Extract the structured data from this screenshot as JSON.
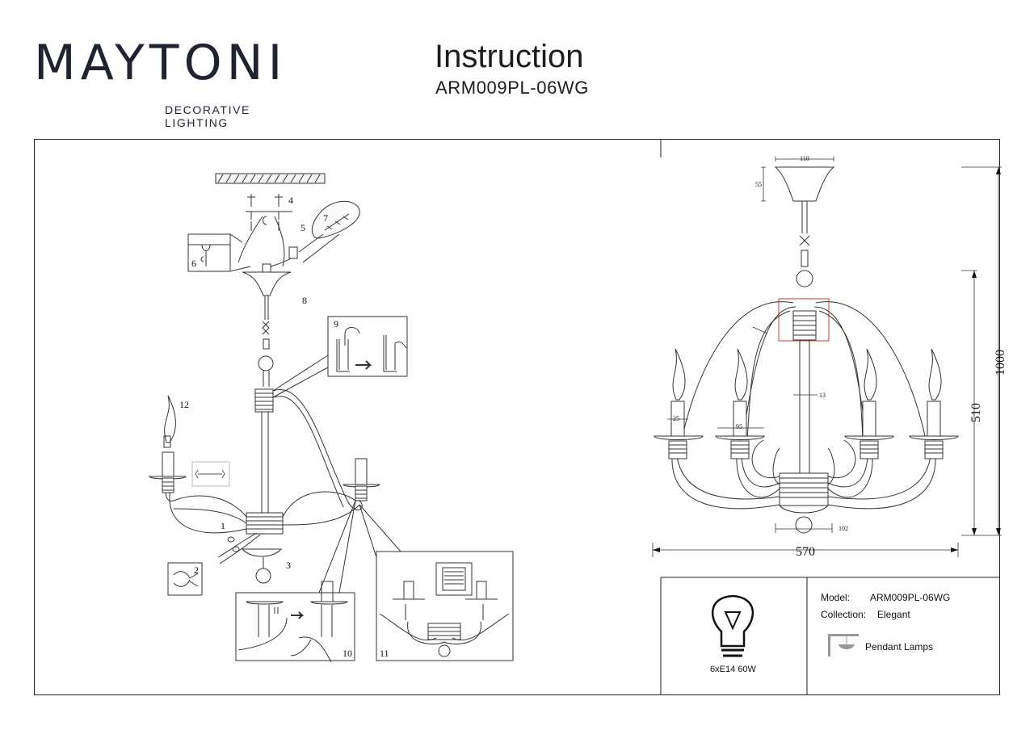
{
  "brand": {
    "name": "MAYTONI",
    "tagline": "DECORATIVE LIGHTING",
    "accent_color": "#7b2a78"
  },
  "header": {
    "title": "Instruction",
    "article": "ARM009PL-06WG"
  },
  "steps": [
    "1",
    "2",
    "3",
    "4",
    "5",
    "6",
    "7",
    "8",
    "9",
    "10",
    "11",
    "12"
  ],
  "dimensions": {
    "canopy_width": "110",
    "canopy_height": "55",
    "rod_diameter": "13",
    "candle_diameter": "25",
    "cup_diameter": "95",
    "body_diameter": "102",
    "width": "570",
    "height_total": "1000",
    "height_body": "510"
  },
  "spec": {
    "bulb": "6xE14 60W",
    "model_label": "Model:",
    "model_value": "ARM009PL-06WG",
    "collection_label": "Collection:",
    "collection_value": "Elegant",
    "type_label": "Pendant Lamps"
  }
}
